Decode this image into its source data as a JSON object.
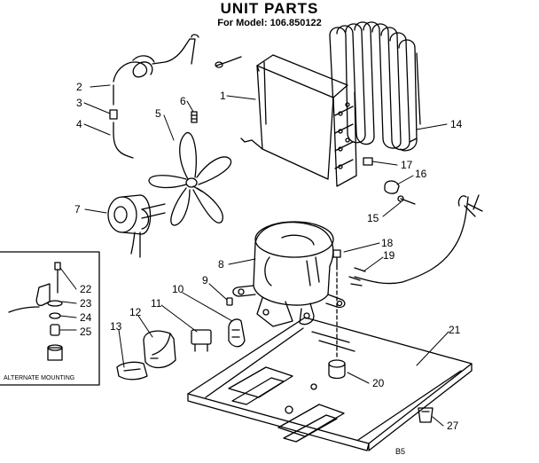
{
  "header": {
    "title": "UNIT PARTS",
    "model_line": "For Model: 106.850122"
  },
  "inset": {
    "label": "ALTERNATE MOUNTING"
  },
  "footer": {
    "code": "B5"
  },
  "callouts": {
    "c1": "1",
    "c2": "2",
    "c3": "3",
    "c4": "4",
    "c5": "5",
    "c6": "6",
    "c7": "7",
    "c8": "8",
    "c9": "9",
    "c10": "10",
    "c11": "11",
    "c12": "12",
    "c13": "13",
    "c14": "14",
    "c15": "15",
    "c16": "16",
    "c17": "17",
    "c18": "18",
    "c19": "19",
    "c20": "20",
    "c21": "21",
    "c22": "22",
    "c23": "23",
    "c24": "24",
    "c25": "25",
    "c27": "27"
  }
}
